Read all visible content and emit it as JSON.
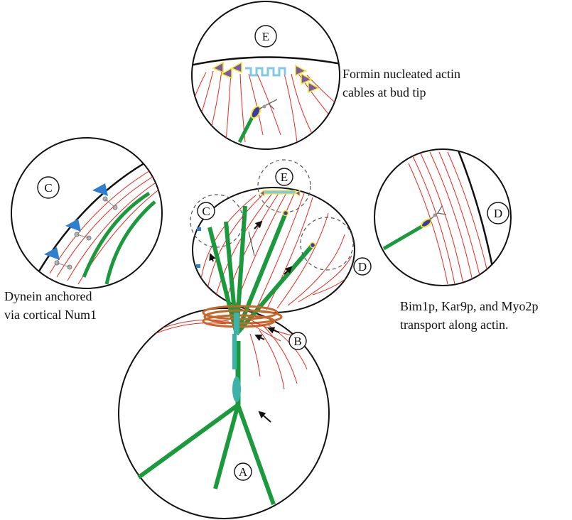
{
  "captions": {
    "formin": [
      "Formin nucleated actin",
      "cables at bud tip"
    ],
    "dynein": [
      "Dynein anchored",
      "via cortical Num1"
    ],
    "bim1p": [
      "Bim1p, Kar9p, and Myo2p",
      "transport along actin."
    ]
  },
  "labels": {
    "a": "A",
    "b": "B",
    "c_cell": "C",
    "d_cell": "D",
    "e_cell": "E",
    "c_inset": "C",
    "d_inset": "D",
    "e_inset": "E"
  },
  "colors": {
    "microtubule": "#1a9a3c",
    "actin": "#e8281e",
    "spindle_pole": "#3cb3a8",
    "septin_ring": "#c8662a",
    "dynein": "#2e7fd0",
    "formin": "#7a5aa8",
    "formin_outline": "#f5e62a",
    "kar9": "#3a3aa8",
    "myo2": "#f5e62a",
    "outline": "#111111"
  },
  "icons": [
    "motion-arrow-icon",
    "dynein-icon",
    "formin-icon",
    "kar9-myo2-icon"
  ]
}
